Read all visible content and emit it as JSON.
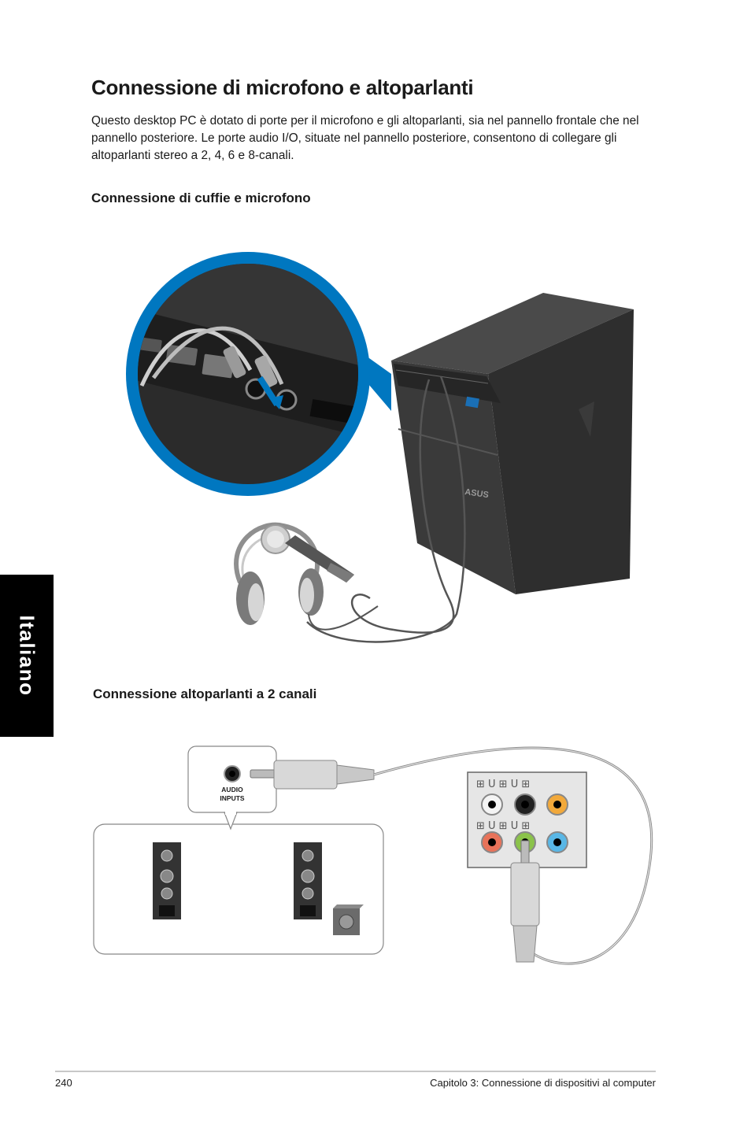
{
  "page": {
    "title": "Connessione di microfono e altoparlanti",
    "intro": "Questo desktop PC è dotato di porte per il microfono e gli altoparlanti, sia nel pannello frontale che nel pannello posteriore. Le porte audio I/O, situate nel pannello posteriore, consentono di collegare gli altoparlanti stereo a 2, 4, 6 e 8-canali.",
    "section1_heading": "Connessione di cuffie e microfono",
    "section2_heading": "Connessione altoparlanti a 2 canali",
    "side_tab": "Italiano",
    "page_number": "240",
    "footer_chapter": "Capitolo 3: Connessione di dispositivi al computer"
  },
  "figure2": {
    "audio_line1": "AUDIO",
    "audio_line2": "INPUTS"
  },
  "colors": {
    "accent_blue": "#0077c0",
    "port_green": "#8bc34a",
    "port_orange": "#f2a93b",
    "port_pink": "#e8735a",
    "port_blue": "#59b7e6"
  }
}
